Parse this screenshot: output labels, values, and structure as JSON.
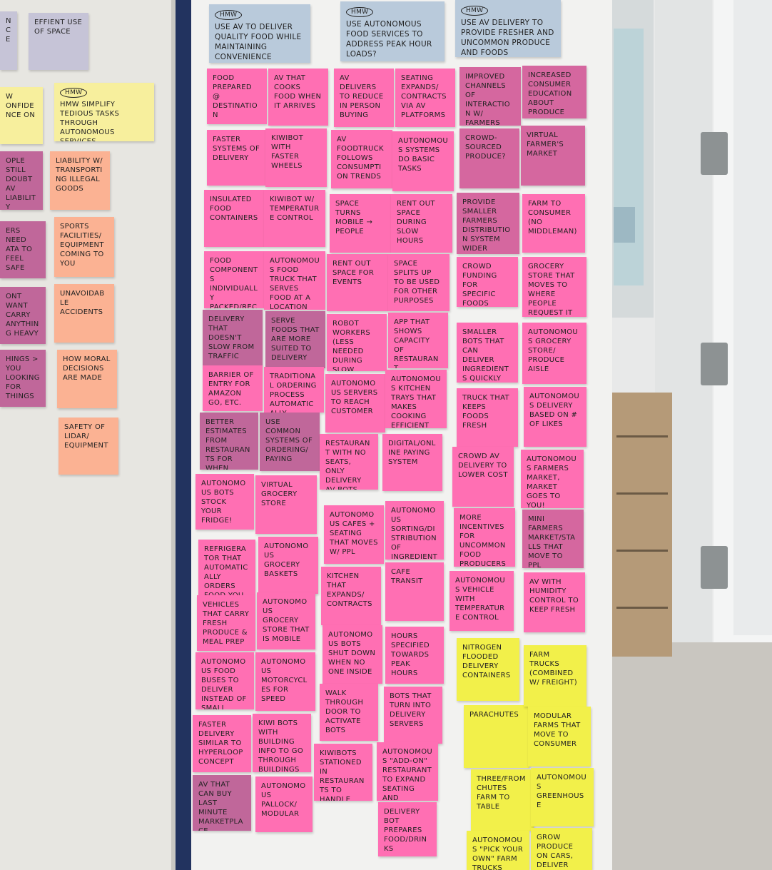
{
  "photo": {
    "headers": [
      {
        "label": "HMW",
        "text": "USE AV TO DELIVER QUALITY FOOD WHILE MAINTAINING CONVENIENCE"
      },
      {
        "label": "HMW",
        "text": "USE AUTONOMOUS FOOD SERVICES TO ADDRESS PEAK HOUR LOADS?"
      },
      {
        "label": "HMW",
        "text": "USE AV DELIVERY TO PROVIDE FRESHER AND UNCOMMON PRODUCE AND FOODS"
      }
    ],
    "left_notes": [
      "NCE",
      "EFFIENT USE OF SPACE",
      "W ONFIDENCE ON",
      "HMW SIMPLIFY TEDIOUS TASKS THROUGH AUTONOMOUS SERVICES",
      "OPLE STILL DOUBT AV LIABILITY",
      "LIABILITY W/ TRANSPORTING ILLEGAL GOODS",
      "ERS NEED ATA TO FEEL SAFE",
      "SPORTS FACILITIES/ EQUIPMENT COMING TO YOU",
      "ONT WANT CARRY ANYTHING HEAVY",
      "UNAVOIDABLE ACCIDENTS",
      "HINGS > YOU LOOKING FOR THINGS",
      "HOW MORAL DECISIONS ARE MADE",
      "SAFETY OF LIDAR/ EQUIPMENT"
    ],
    "col1": [
      "FOOD PREPARED @ DESTINATION",
      "FASTER SYSTEMS OF DELIVERY",
      "INSULATED FOOD CONTAINERS",
      "FOOD COMPONENTS INDIVIDUALLY PACKED/RECOMBINED ON-SITE",
      "DELIVERY THAT DOESN'T SLOW FROM TRAFFIC",
      "BARRIER OF ENTRY FOR AMAZON GO, ETC.",
      "BETTER ESTIMATES FROM RESTAURANTS FOR WHEN FOOD WILL BE DONE",
      "AUTONOMOUS BOTS STOCK YOUR FRIDGE!",
      "REFRIGERATOR THAT AUTOMATICALLY ORDERS FOOD YOU ARE LOW ON",
      "VEHICLES THAT CARRY FRESH PRODUCE & MEAL PREP",
      "AUTONOMOUS FOOD BUSES TO DELIVER INSTEAD OF SMALL KIWIBOTS",
      "FASTER DELIVERY SIMILAR TO HYPERLOOP CONCEPT",
      "AV THAT CAN BUY LAST MINUTE MARKETPLACE"
    ],
    "col2": [
      "AV THAT COOKS FOOD WHEN IT ARRIVES",
      "KIWIBOT WITH FASTER WHEELS",
      "KIWIBOT W/ TEMPERATURE CONTROL",
      "AUTONOMOUS FOOD TRUCK THAT SERVES FOOD AT A LOCATION",
      "SERVE FOODS THAT ARE MORE SUITED TO DELIVERY",
      "TRADITIONAL ORDERING PROCESS AUTOMATICALLY",
      "USE COMMON SYSTEMS OF ORDERING/ PAYING",
      "VIRTUAL GROCERY STORE",
      "AUTONOMOUS GROCERY BASKETS",
      "AUTONOMOUS GROCERY STORE THAT IS MOBILE",
      "AUTONOMOUS MOTORCYCLES FOR SPEED",
      "KIWI BOTS WITH BUILDING INFO TO GO THROUGH BUILDINGS",
      "AUTONOMOUS PALLOCK/ MODULAR"
    ],
    "col3": [
      "AV DELIVERS TO REDUCE IN PERSON BUYING",
      "AV FOODTRUCK FOLLOWS CONSUMPTION TRENDS",
      "SPACE TURNS MOBILE → PEOPLE",
      "RENT OUT SPACE FOR EVENTS",
      "ROBOT WORKERS (LESS NEEDED DURING SLOW HOURS)",
      "AUTONOMOUS SERVERS TO REACH CUSTOMER",
      "RESTAURANT WITH NO SEATS, ONLY DELIVERY AV BOTS",
      "AUTONOMOUS CAFES + SEATING THAT MOVES W/ PPL",
      "KITCHEN THAT EXPANDS/ CONTRACTS",
      "AUTONOMOUS BOTS SHUT DOWN WHEN NO ONE INSIDE",
      "WALK THROUGH DOOR TO ACTIVATE BOTS",
      "KIWIBOTS STATIONED IN RESTAURANTS TO HANDLE TAKE OUT ORDERS FAST"
    ],
    "col4": [
      "SEATING EXPANDS/ CONTRACTS VIA AV PLATFORMS",
      "AUTONOMOUS SYSTEMS DO BASIC TASKS",
      "RENT OUT SPACE DURING SLOW HOURS",
      "SPACE SPLITS UP TO BE USED FOR OTHER PURPOSES",
      "APP THAT SHOWS CAPACITY OF RESTAURANT",
      "AUTONOMOUS KITCHEN TRAYS THAT MAKES COOKING EFFICIENT",
      "DIGITAL/ONLINE PAYING SYSTEM",
      "AUTONOMOUS SORTING/DISTRIBUTION OF INGREDIENTS",
      "CAFE TRANSIT",
      "HOURS SPECIFIED TOWARDS PEAK HOURS",
      "BOTS THAT TURN INTO DELIVERY SERVERS",
      "AUTONOMOUS \"ADD-ON\" RESTAURANT TO EXPAND SEATING AND KITCHEN DURING PEAK HOURS",
      "DELIVERY BOT PREPARES FOOD/DRINKS"
    ],
    "col5": [
      "IMPROVED CHANNELS OF INTERACTION W/ FARMERS",
      "CROWD-SOURCED PRODUCE?",
      "PROVIDE SMALLER FARMERS DISTRIBUTION SYSTEM WIDER",
      "CROWD FUNDING FOR SPECIFIC FOODS",
      "SMALLER BOTS THAT CAN DELIVER INGREDIENTS QUICKLY",
      "TRUCK THAT KEEPS FOODS FRESH",
      "CROWD AV DELIVERY TO LOWER COST",
      "MORE INCENTIVES FOR UNCOMMON FOOD PRODUCERS TO USE AV",
      "AUTONOMOUS VEHICLE WITH TEMPERATURE CONTROL",
      "NITROGEN FLOODED DELIVERY CONTAINERS",
      "PARACHUTES",
      "THREE/FROM CHUTES FARM TO TABLE",
      "AUTONOMOUS \"PICK YOUR OWN\" FARM TRUCKS"
    ],
    "col6": [
      "INCREASED CONSUMER EDUCATION ABOUT PRODUCE",
      "VIRTUAL FARMER'S MARKET",
      "FARM TO CONSUMER (NO MIDDLEMAN)",
      "GROCERY STORE THAT MOVES TO WHERE PEOPLE REQUEST IT",
      "AUTONOMOUS GROCERY STORE/ PRODUCE AISLE",
      "AUTONOMOUS DELIVERY BASED ON # OF LIKES",
      "AUTONOMOUS FARMERS MARKET, MARKET GOES TO YOU!",
      "MINI FARMERS MARKET/STALLS THAT MOVE TO PPL",
      "AV WITH HUMIDITY CONTROL TO KEEP FRESH",
      "FARM TRUCKS (COMBINED W/ FREIGHT)",
      "MODULAR FARMS THAT MOVE TO CONSUMER",
      "AUTONOMOUS GREENHOUSE",
      "GROW PRODUCE ON CARS, DELIVER"
    ]
  }
}
